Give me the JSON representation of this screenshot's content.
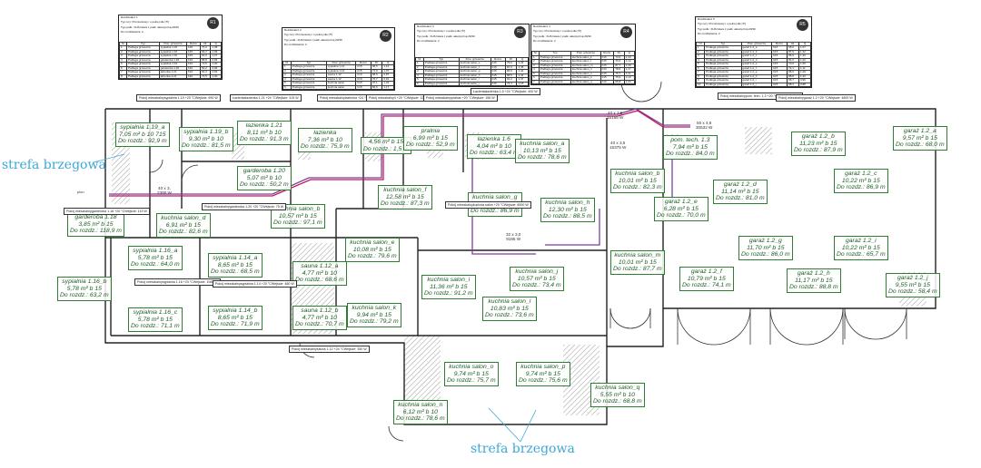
{
  "zone_label": "strefa brzegowa",
  "pipe_label": "pion",
  "tables": [
    {
      "title": [
        "Rozdzielacz 1",
        "Typ rury: Promieniowy i o pełnej sile [Tr]",
        "Typ podk.: FHS listwa z podk. akustyczną 20/30",
        "Do rozdzielacza: 2"
      ],
      "badge": "R1",
      "header": [
        "Nr",
        "Typ",
        "Pow. grzewcza",
        "Rozst.",
        "Dł.",
        "Q"
      ],
      "rows": [
        [
          "1",
          "Podłoga grzewcza",
          "sypialnia 1.15",
          "b15",
          "70,2",
          "1,38"
        ],
        [
          "2",
          "Podłoga grzewcza",
          "sypialnia 1.16",
          "b15",
          "63,2",
          "1,09"
        ],
        [
          "3",
          "Podłoga grzewcza",
          "sypialnia 1.16",
          "b15",
          "64,0",
          "1,27"
        ],
        [
          "4",
          "Podłoga grzewcza",
          "garderoba 1.18",
          "b15",
          "58,8",
          "0,83"
        ],
        [
          "5",
          "Podłoga grzewcza",
          "sypialnia 1.19",
          "b10",
          "71,5",
          "1,20"
        ],
        [
          "6",
          "Podłoga grzewcza",
          "garderoba 1.20",
          "b10",
          "50,2",
          "0,96"
        ],
        [
          "7",
          "Podłoga grzewcza",
          "łazienka 1.21",
          "b10",
          "91,3",
          "1,62"
        ],
        [
          "8",
          "Podłoga grzewcza",
          "łazienka 1.21",
          "b10",
          "71,5",
          "1,20"
        ]
      ]
    },
    {
      "title": [
        "Rozdzielacz 2",
        "Typ rury: Promieniowy i o pełnej sile [Tr]",
        "Typ podk.: FHS listwa z podk. akustyczną 20/30",
        "Do rozdzielacza: 2"
      ],
      "badge": "R2",
      "header": [
        "Nr",
        "Typ",
        "Pow. grzewcza",
        "Rozst.",
        "Dł.",
        "Q"
      ],
      "rows": [
        [
          "1",
          "Podłoga grzewcza",
          "sypialnia 1.14",
          "b15",
          "68,5",
          "1,12"
        ],
        [
          "2",
          "Podłoga grzewcza",
          "sypialnia 1.14",
          "b15",
          "71,9",
          "1,07"
        ],
        [
          "3",
          "Podłoga grzewcza",
          "sauna 1.12",
          "b10",
          "68,6",
          "0,87"
        ],
        [
          "4",
          "Podłoga grzewcza",
          "sauna 1.12",
          "b10",
          "70,7",
          "0,91"
        ],
        [
          "5",
          "Podłoga grzewcza",
          "kuchnia salon",
          "b15",
          "97,1",
          "1,34"
        ],
        [
          "6",
          "Podłoga grzewcza",
          "kuchnia salon",
          "b15",
          "82,6",
          "1,17"
        ]
      ]
    },
    {
      "title": [
        "Rozdzielacz 3",
        "Typ rury: Promieniowy i o pełnej sile [Tr]",
        "Typ podk.: FHS listwa z podk. akustyczną 20/30",
        "Do rozdzielacza: 2"
      ],
      "badge": "R3",
      "header": [
        "Nr",
        "Typ",
        "Pow. grzewcza",
        "Rozst.",
        "Dł.",
        "Q"
      ],
      "rows": [
        [
          "1",
          "Podłoga grzewcza",
          "kuchnia salon_e",
          "b15",
          "79,6",
          "1,33"
        ],
        [
          "2",
          "Podłoga grzewcza",
          "kuchnia salon_f",
          "b15",
          "87,3",
          "1,45"
        ],
        [
          "3",
          "Podłoga grzewcza",
          "kuchnia salon_g",
          "b15",
          "86,9",
          "1,42"
        ],
        [
          "4",
          "Podłoga grzewcza",
          "kuchnia salon_h",
          "b15",
          "88,5",
          "1,43"
        ],
        [
          "5",
          "Podłoga grzewcza",
          "kuchnia salon_i",
          "b15",
          "91,2",
          "1,47"
        ],
        [
          "6",
          "Podłoga grzewcza",
          "kuchnia salon_j",
          "b15",
          "73,4",
          "1,18"
        ]
      ]
    },
    {
      "title": [
        "Rozdzielacz 4",
        "Typ rury: Promieniowy i o pełnej sile [Tr]",
        "Typ podk.: FHS listwa z podk. akustyczną 20/30",
        "Do rozdzielacza: 2"
      ],
      "badge": "R4",
      "header": [
        "Nr",
        "Typ",
        "Pow. grzewcza",
        "Rozst.",
        "Dł.",
        "Q"
      ],
      "rows": [
        [
          "1",
          "Podłoga grzewcza",
          "kuchnia salon_k",
          "b15",
          "73,6",
          "1,10"
        ],
        [
          "2",
          "Podłoga grzewcza",
          "kuchnia salon_l",
          "b15",
          "79,2",
          "1,12"
        ],
        [
          "3",
          "Podłoga grzewcza",
          "kuchnia salon_m",
          "b15",
          "87,7",
          "1,30"
        ],
        [
          "4",
          "Podłoga grzewcza",
          "kuchnia salon_n",
          "b10",
          "78,6",
          "1,17"
        ],
        [
          "5",
          "Podłoga grzewcza",
          "kuchnia salon_o",
          "b15",
          "75,7",
          "1,11"
        ],
        [
          "6",
          "Podłoga grzewcza",
          "kuchnia salon_p",
          "b15",
          "75,6",
          "1,10"
        ],
        [
          "7",
          "Podłoga grzewcza",
          "kuchnia salon_q",
          "b10",
          "68,8",
          "1,03"
        ]
      ]
    },
    {
      "title": [
        "Rozdzielacz 5",
        "Typ rury: Promieniowy i o pełnej sile [Tr]",
        "Typ podk.: FHS listwa z podk. akustyczną 20/30",
        "Do rozdzielacza: 2"
      ],
      "badge": "R5",
      "header": [
        "Nr",
        "Typ",
        "Pow. grzewcza",
        "Rozst.",
        "Dł.",
        "Q"
      ],
      "rows": [
        [
          "1",
          "Podłoga grzewcza",
          "garaż 1.2_a",
          "b15",
          "68,0",
          "1,07"
        ],
        [
          "2",
          "Podłoga grzewcza",
          "garaż 1.2_b",
          "b15",
          "87,9",
          "1,32"
        ],
        [
          "3",
          "Podłoga grzewcza",
          "garaż 1.2_c",
          "b15",
          "86,9",
          "1,30"
        ],
        [
          "4",
          "Podłoga grzewcza",
          "garaż 1.2_d",
          "b15",
          "81,0",
          "1,22"
        ],
        [
          "5",
          "Podłoga grzewcza",
          "garaż 1.2_e",
          "b15",
          "70,0",
          "1,05"
        ],
        [
          "6",
          "Podłoga grzewcza",
          "garaż 1.2_f",
          "b15",
          "74,1",
          "1,11"
        ],
        [
          "7",
          "Podłoga grzewcza",
          "garaż 1.2_g",
          "b15",
          "86,0",
          "1,29"
        ],
        [
          "8",
          "Podłoga grzewcza",
          "garaż 1.2_h",
          "b15",
          "88,8",
          "1,33"
        ],
        [
          "9",
          "Podłoga grzewcza",
          "garaż 1.2_i",
          "b15",
          "65,7",
          "0,99"
        ],
        [
          "10",
          "Podłoga grzewcza",
          "garaż 1.2_j",
          "b15",
          "58,4",
          "0,88"
        ]
      ]
    }
  ],
  "rooms": [
    {
      "lines": [
        "sypialnia 1.19_a",
        "7,05 m² b 10 715",
        "Do rozdz.: 92,9 m"
      ]
    },
    {
      "lines": [
        "sypialnia 1.19_b",
        "9,30 m² b 10",
        "Do rozdz.: 81,5 m"
      ]
    },
    {
      "lines": [
        "łazienka 1.21",
        "8,11 m² b 10",
        "Do rozdz.: 91,3 m"
      ]
    },
    {
      "lines": [
        "garderoba 1.20",
        "5,07 m² b 10",
        "Do rozdz.: 50,2 m"
      ]
    },
    {
      "lines": [
        "łazienka",
        "7,36 m² b 10",
        "Do rozdz.: 75,9 m"
      ]
    },
    {
      "lines": [
        "4,56 m² b 15",
        "Do rozdz.: 1,5 m"
      ]
    },
    {
      "lines": [
        "pralnia",
        "6,99 m² b 15",
        "Do rozdz.: 52,9 m"
      ]
    },
    {
      "lines": [
        "łazienka 1.6",
        "4,04 m² b 10",
        "Do rozdz.: 63,4 m"
      ]
    },
    {
      "lines": [
        "kuchnia salon_a",
        "10,13 m² b 15",
        "Do rozdz.: 78,6 m"
      ]
    },
    {
      "lines": [
        "pom. tech. 1.3",
        "7,94 m² b 15",
        "Do rozdz.: 84,0 m"
      ]
    },
    {
      "lines": [
        "garaż 1.2_b",
        "11,23 m² b 15",
        "Do rozdz.: 87,9 m"
      ]
    },
    {
      "lines": [
        "garaż 1.2_a",
        "9,57 m² b 15",
        "Do rozdz.: 68,0 m"
      ]
    },
    {
      "lines": [
        "kuchnia salon_b",
        "10,01 m² b 15",
        "Do rozdz.: 82,3 m"
      ]
    },
    {
      "lines": [
        "garaż 1.2_c",
        "10,22 m² b 15",
        "Do rozdz.: 86,9 m"
      ]
    },
    {
      "lines": [
        "kuchnia salon_f",
        "12,58 m² b 15",
        "Do rozdz.: 87,3 m"
      ]
    },
    {
      "lines": [
        "kuchnia salon_g",
        "12,92 m² b 15",
        "Do rozdz.: 86,9 m"
      ]
    },
    {
      "lines": [
        "kuchnia salon_h",
        "12,30 m² b 15",
        "Do rozdz.: 88,5 m"
      ]
    },
    {
      "lines": [
        "garaż 1.2_d",
        "11,14 m² b 15",
        "Do rozdz.: 81,0 m"
      ]
    },
    {
      "lines": [
        "garaż 1.2_e",
        "6,28 m² b 15",
        "Do rozdz.: 70,0 m"
      ]
    },
    {
      "lines": [
        "garderoba 1.18",
        "3,85 m² b 15",
        "Do rozdz.: 118,9 m"
      ]
    },
    {
      "lines": [
        "kuchnia salon_d",
        "6,91 m² b 15",
        "Do rozdz.: 82,6 m"
      ]
    },
    {
      "lines": [
        "kuchnia salon_b",
        "10,57 m² b 15",
        "Do rozdz.: 97,1 m"
      ]
    },
    {
      "lines": [
        "kuchnia salon_e",
        "10,08 m² b 15",
        "Do rozdz.: 79,6 m"
      ]
    },
    {
      "lines": [
        "garaż 1.2_g",
        "11,70 m² b 15",
        "Do rozdz.: 86,0 m"
      ]
    },
    {
      "lines": [
        "garaż 1.2_i",
        "10,22 m² b 15",
        "Do rozdz.: 65,7 m"
      ]
    },
    {
      "lines": [
        "sypialnia 1.16_a",
        "5,78 m² b 15",
        "Do rozdz.: 64,0 m"
      ]
    },
    {
      "lines": [
        "sypialnia 1.14_a",
        "8,65 m² b 15",
        "Do rozdz.: 68,5 m"
      ]
    },
    {
      "lines": [
        "sauna 1.12_a",
        "4,77 m² b 10",
        "Do rozdz.: 68,6 m"
      ]
    },
    {
      "lines": [
        "kuchnia salon_m",
        "10,01 m² b 15",
        "Do rozdz.: 87,7 m"
      ]
    },
    {
      "lines": [
        "sypialnia 1.16_b",
        "5,78 m² b 15",
        "Do rozdz.: 63,2 m"
      ]
    },
    {
      "lines": [
        "kuchnia salon_i",
        "11,36 m² b 15",
        "Do rozdz.: 91,2 m"
      ]
    },
    {
      "lines": [
        "kuchnia salon_j",
        "10,57 m² b 15",
        "Do rozdz.: 73,4 m"
      ]
    },
    {
      "lines": [
        "garaż 1.2_f",
        "10,79 m² b 15",
        "Do rozdz.: 74,1 m"
      ]
    },
    {
      "lines": [
        "garaż 1.2_h",
        "11,17 m² b 15",
        "Do rozdz.: 88,8 m"
      ]
    },
    {
      "lines": [
        "garaż 1.2_j",
        "9,55 m² b 15",
        "Do rozdz.: 58,4 m"
      ]
    },
    {
      "lines": [
        "kuchnia salon_k",
        "9,94 m² b 15",
        "Do rozdz.: 79,2 m"
      ]
    },
    {
      "lines": [
        "kuchnia salon_l",
        "10,83 m² b 15",
        "Do rozdz.: 73,6 m"
      ]
    },
    {
      "lines": [
        "sypialnia 1.16_c",
        "5,78 m² b 15",
        "Do rozdz.: 71,1 m"
      ]
    },
    {
      "lines": [
        "sypialnia 1.14_b",
        "8,65 m² b 15",
        "Do rozdz.: 71,9 m"
      ]
    },
    {
      "lines": [
        "sauna 1.12_b",
        "4,77 m² b 10",
        "Do rozdz.: 70,7 m"
      ]
    },
    {
      "lines": [
        "kuchnia salon_o",
        "9,74 m² b 15",
        "Do rozdz.: 75,7 m"
      ]
    },
    {
      "lines": [
        "kuchnia salon_p",
        "9,74 m² b 15",
        "Do rozdz.: 75,6 m"
      ]
    },
    {
      "lines": [
        "kuchnia salon_q",
        "5,55 m² b 10",
        "Do rozdz.: 68,8 m"
      ]
    },
    {
      "lines": [
        "kuchnia salon_n",
        "6,12 m² b 10",
        "Do rozdz.: 78,6 m"
      ]
    }
  ],
  "tags": [
    {
      "lines": [
        "Pokój mieszkalny",
        "sypialnia 1.19 +20 °C",
        "Wejście: 690 W"
      ]
    },
    {
      "lines": [
        "Łazienka",
        "łazienka 1.21 +24 °C",
        "Wejście: 415 W"
      ]
    },
    {
      "lines": [
        "Pokój mieszkalny",
        "łazienka +24 °C",
        "Wejście: 375 W"
      ]
    },
    {
      "lines": [
        "Pokój mieszkalny",
        "4 +20 °C",
        "Wejście: 120 W"
      ]
    },
    {
      "lines": [
        "Pokój mieszkalny",
        "pralnia +20 °C",
        "Wejście: 156 W"
      ]
    },
    {
      "lines": [
        "Łazienka",
        "łazienka 1.6 +24 °C",
        "Wejście: 400 W"
      ]
    },
    {
      "lines": [
        "Pokój mieszkalny",
        "pom. tech. 1.3 +20 °C",
        "Wejście: 170 W"
      ]
    },
    {
      "lines": [
        "Pokój mieszkalny",
        "garaż 1.2 +20 °C",
        "Wejście: 4800 W"
      ]
    },
    {
      "lines": [
        "Pokój mieszkalny",
        "garderoba 1.18 +20 °C",
        "Wejście: 119 W"
      ]
    },
    {
      "lines": [
        "Pokój mieszkalny",
        "garderoba 1.20 +20 °C",
        "Wejście: 75 W"
      ]
    },
    {
      "lines": [
        "Pokój mieszkalny",
        "kuchnia salon +20 °C",
        "Wejście: 8900 W"
      ]
    },
    {
      "lines": [
        "Pokój mieszkalny",
        "sypialnia 1.16 +20 °C",
        "Wejście: 1080 W"
      ]
    },
    {
      "lines": [
        "Pokój mieszkalny",
        "sypialnia 1.14 +20 °C",
        "Wejście: 480 W"
      ]
    },
    {
      "lines": [
        "Pokój mieszkalny",
        "sauna 1.12 +24 °C",
        "Wejście: 350 W"
      ]
    }
  ],
  "dims": [
    {
      "lines": [
        "40 x 3,5",
        "15156 W"
      ]
    },
    {
      "lines": [
        "50 x 4,6",
        "30532 W"
      ]
    },
    {
      "lines": [
        "40 x 3,5",
        "15375 W"
      ]
    },
    {
      "lines": [
        "32 x 3,0",
        "9185 W"
      ]
    },
    {
      "lines": [
        "40 x 3,",
        "2300 W"
      ]
    }
  ],
  "colors": {
    "walls": "#222222",
    "room_border": "#2e7d32",
    "room_text": "#1b5e20",
    "pipe": "#7b3fa0",
    "pipe_alt": "#c2185b",
    "zone_label": "#3ea7d8",
    "hatch": "#9e9e9e"
  }
}
